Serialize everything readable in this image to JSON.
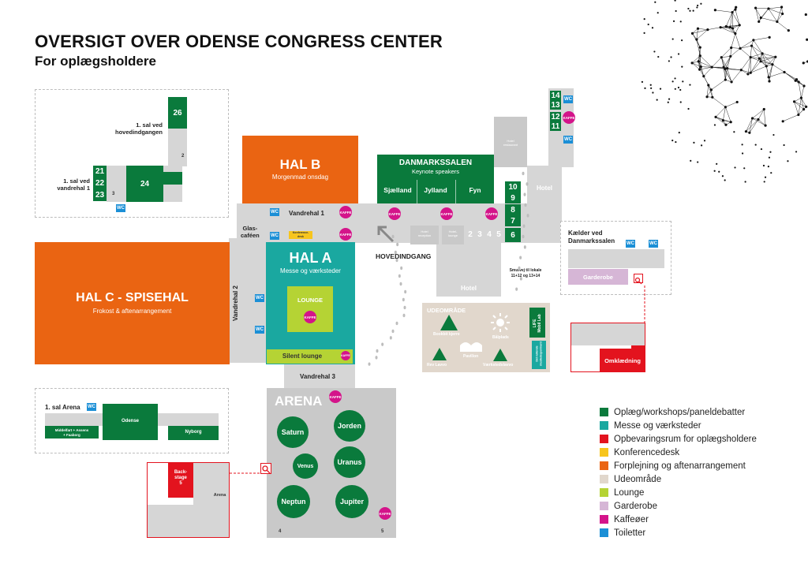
{
  "header": {
    "title": "OVERSIGT OVER ODENSE CONGRESS CENTER",
    "subtitle": "For oplægsholdere"
  },
  "inset_top": {
    "label_hovedindgang": "1. sal ved\nhovedindgangen",
    "label_vandrehal": "1. sal ved\nvandrehal 1",
    "rooms": [
      "26",
      "21",
      "22",
      "23",
      "24"
    ],
    "stair": "2",
    "stair2": "3",
    "wc": "WC"
  },
  "hal_b": {
    "title": "HAL B",
    "sub": "Morgenmad onsdag"
  },
  "hal_a": {
    "title": "HAL A",
    "sub": "Messe og værksteder",
    "lounge": "LOUNGE",
    "silent": "Silent lounge"
  },
  "hal_c": {
    "title": "HAL C - SPISEHAL",
    "sub": "Frokost & aftenarrangement"
  },
  "danmarkssalen": {
    "title": "DANMARKSSALEN",
    "sub": "Keynote speakers",
    "rooms": [
      "Sjælland",
      "Jylland",
      "Fyn"
    ]
  },
  "side_rooms": [
    "10",
    "9",
    "8",
    "7",
    "6"
  ],
  "top_right_rooms": [
    "14",
    "13",
    "12",
    "11"
  ],
  "small_rooms": [
    "2",
    "3",
    "4",
    "5"
  ],
  "labels": {
    "vandrehal1": "Vandrehal 1",
    "vandrehal2": "Vandrehal 2",
    "vandrehal3": "Vandrehal 3",
    "glascafeen": "Glas-\ncaféen",
    "konferencedesk": "Konference-\ndesk",
    "hovedindgang": "HOVEDINDGANG",
    "hotel": "Hotel",
    "hotel2": "Hotel",
    "hotel_restaurant": "Hotel\nrestaurant",
    "hotel_reception": "Hotel\nreception",
    "hotel_lounge": "Hotel-\nlounge",
    "smutvej": "Smutvej til lokale\n11+12 og 13+14",
    "kaffe": "KAFFE",
    "wc": "WC"
  },
  "udeomraade": {
    "title": "UDEOMRÅDE",
    "items": [
      "Bookbit kjerre",
      "Bålplads",
      "Pavillon",
      "Rev Lavvo",
      "Værkstedslavvo"
    ],
    "life": "LIFE\nMobil Lab",
    "det_rullende": "Det rullende\nmusikeksperiment"
  },
  "kaelder": {
    "title": "Kælder ved\nDanmarkssalen",
    "garderobe": "Garderobe",
    "omklaedning": "Omklædning"
  },
  "arena": {
    "title": "ARENA",
    "rooms": [
      "Saturn",
      "Jorden",
      "Venus",
      "Uranus",
      "Neptun",
      "Jupiter"
    ],
    "stair1": "4",
    "stair2": "5"
  },
  "inset_arena": {
    "title": "1. sal Arena",
    "rooms": [
      "Middelfart + Assens\n+ Faaborg",
      "Odense",
      "Nyborg"
    ]
  },
  "backstage": {
    "label": "Back-\nstage\n5",
    "arena": "Arena"
  },
  "legend": [
    {
      "label": "Oplæg/workshops/paneldebatter",
      "color": "#0a7a3c"
    },
    {
      "label": "Messe og værksteder",
      "color": "#1aa8a0"
    },
    {
      "label": "Opbevaringsrum for oplægsholdere",
      "color": "#e3131e"
    },
    {
      "label": "Konferencedesk",
      "color": "#f7c51d"
    },
    {
      "label": "Forplejning og aftenarrangement",
      "color": "#ea6412"
    },
    {
      "label": "Udeområde",
      "color": "#e1d7cc"
    },
    {
      "label": "Lounge",
      "color": "#b5d334"
    },
    {
      "label": "Garderobe",
      "color": "#d6b6d6"
    },
    {
      "label": "Kaffeøer",
      "color": "#d4148a"
    },
    {
      "label": "Toiletter",
      "color": "#1b8fd6"
    }
  ]
}
